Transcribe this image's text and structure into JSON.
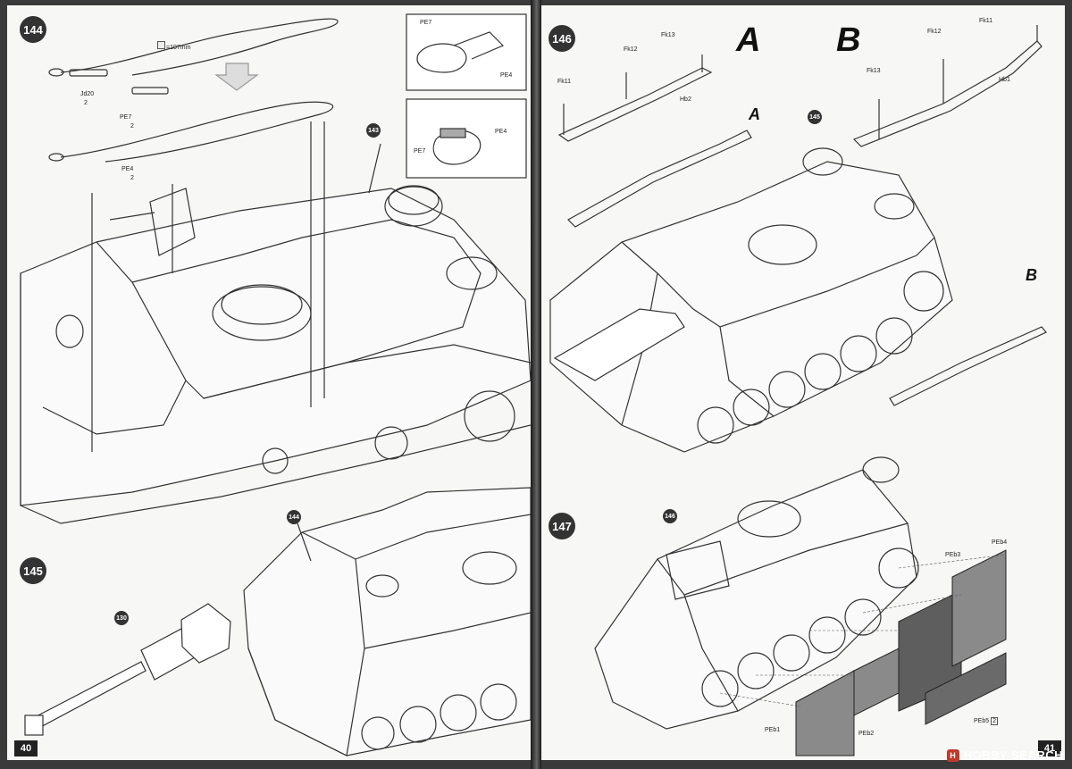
{
  "left_page": {
    "page_number": "40",
    "steps": [
      "144",
      "145"
    ],
    "callouts": [
      "143",
      "144",
      "130"
    ],
    "labels": {
      "measure": "=107mm",
      "jd20": "Jd20",
      "jd20_qty": "2",
      "pe7": "PE7",
      "pe7_qty": "2",
      "pe4": "PE4",
      "pe4_qty": "2"
    },
    "detail_top": {
      "pe7": "PE7",
      "pe4": "PE4"
    },
    "detail_bottom": {
      "pe7": "PE7",
      "pe4": "PE4"
    }
  },
  "right_page": {
    "page_number": "41",
    "steps": [
      "146",
      "147"
    ],
    "callouts": [
      "145",
      "146"
    ],
    "views": [
      "A",
      "B"
    ],
    "labels": {
      "fk13_a": "Fk13",
      "fk12_a": "Fk12",
      "fk11_a": "Fk11",
      "hb2": "Hb2",
      "fk11_b": "Fk11",
      "fk12_b": "Fk12",
      "fk13_b": "Fk13",
      "hb1": "Hb1",
      "peb1": "PEb1",
      "peb2": "PEb2",
      "peb3": "PEb3",
      "peb4": "PEb4",
      "peb5": "PEb5",
      "peb5_qty": "2"
    }
  },
  "watermark": {
    "logo": "H",
    "text": "HOBBY SEARCH"
  }
}
